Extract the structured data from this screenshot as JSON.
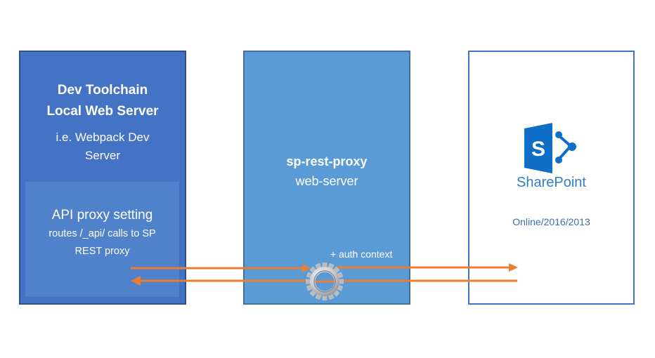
{
  "local_server": {
    "title_line1": "Dev Toolchain",
    "title_line2": "Local Web Server",
    "subtitle_line1": "i.e. Webpack Dev",
    "subtitle_line2": "Server",
    "api_proxy": {
      "title": "API proxy setting",
      "desc_line1": "routes /_api/ calls to SP",
      "desc_line2": "REST proxy"
    }
  },
  "proxy_server": {
    "title": "sp-rest-proxy",
    "subtitle": "web-server",
    "auth_label": "+ auth context",
    "icon": "gear-icon"
  },
  "sharepoint": {
    "logo_text": "SharePoint",
    "logo_letter": "S",
    "icon": "sharepoint-logo-icon",
    "versions": "Online/2016/2013"
  },
  "colors": {
    "left_box": "#4472c4",
    "left_inner": "#5082cc",
    "middle_box": "#5b9bd5",
    "right_border": "#4472c4",
    "arrow": "#ed7d31",
    "sharepoint_blue": "#0f6fc6"
  }
}
